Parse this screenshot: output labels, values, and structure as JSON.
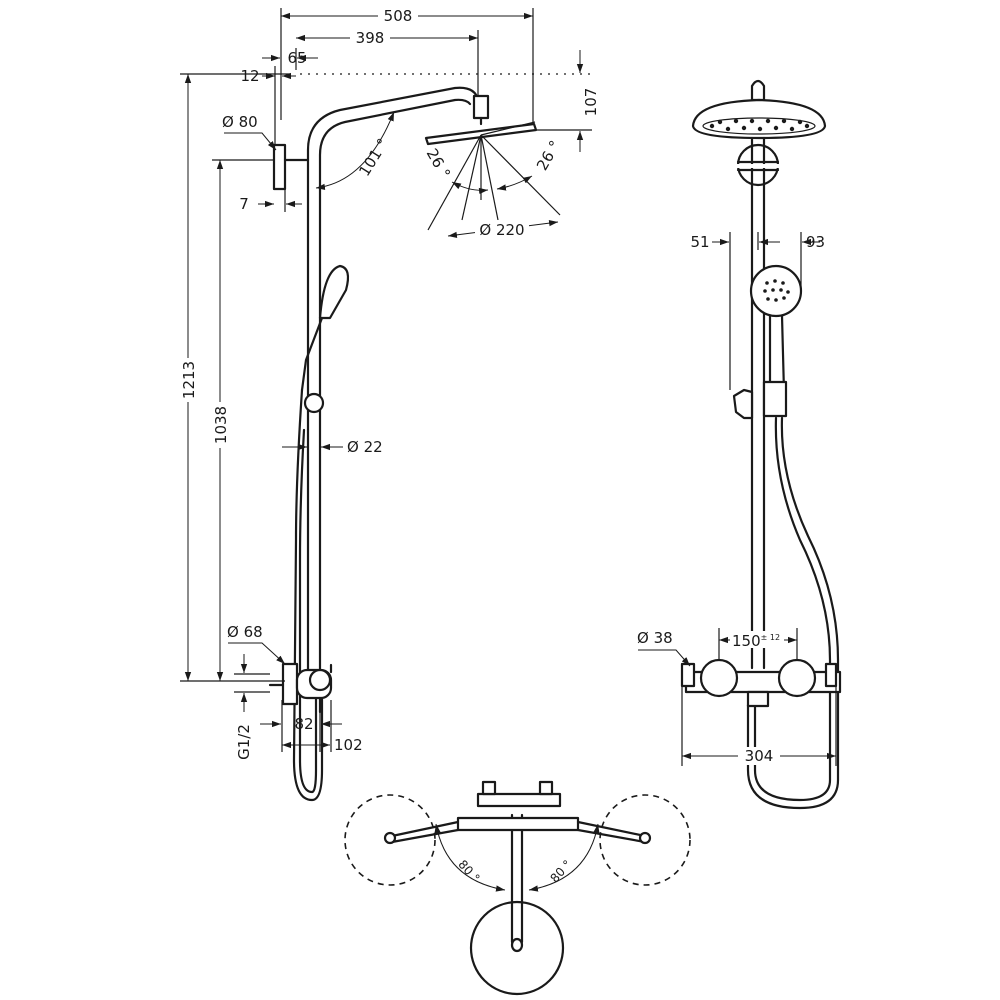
{
  "dimensions": {
    "width_508": "508",
    "width_398": "398",
    "offset_65": "65",
    "offset_12": "12",
    "head_height_107": "107",
    "wall_disc_diameter": "Ø 80",
    "wall_offset_7": "7",
    "arm_angle": "101 °",
    "tilt_left": "26 °",
    "tilt_right": "26 °",
    "head_diameter": "Ø 220",
    "total_height_1213": "1213",
    "height_1038": "1038",
    "pipe_diameter": "Ø 22",
    "rosette_diameter": "Ø 68",
    "thread": "G1/2",
    "depth_82": "82",
    "depth_102": "102",
    "handshower_51": "51",
    "handshower_93": "93",
    "handle_diameter": "Ø 38",
    "centres": "150",
    "centres_tolerance": "± 12",
    "mixer_width": "304",
    "rotation_left": "80 °",
    "rotation_right": "80 °"
  }
}
